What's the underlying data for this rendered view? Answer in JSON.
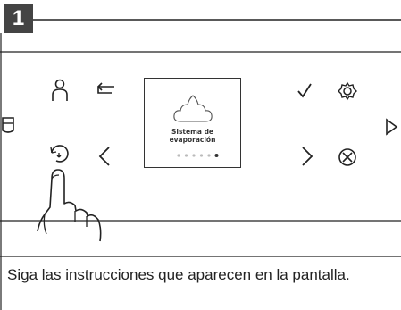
{
  "step": {
    "number": "1"
  },
  "display": {
    "title_line1": "Sistema de",
    "title_line2": "evaporación",
    "page_dots_total": 6,
    "page_dots_active": 6
  },
  "icons": {
    "left_top": [
      "person-icon",
      "back-arrow-icon"
    ],
    "left_bottom": [
      "refresh-icon",
      "chevron-left-icon"
    ],
    "right_top": [
      "checkmark-icon",
      "gear-icon"
    ],
    "right_bottom": [
      "chevron-right-icon",
      "cancel-icon"
    ],
    "edge_left": "cup-icon",
    "edge_right": "play-triangle-icon"
  },
  "caption": "Siga las instrucciones que aparecen en la pantalla."
}
